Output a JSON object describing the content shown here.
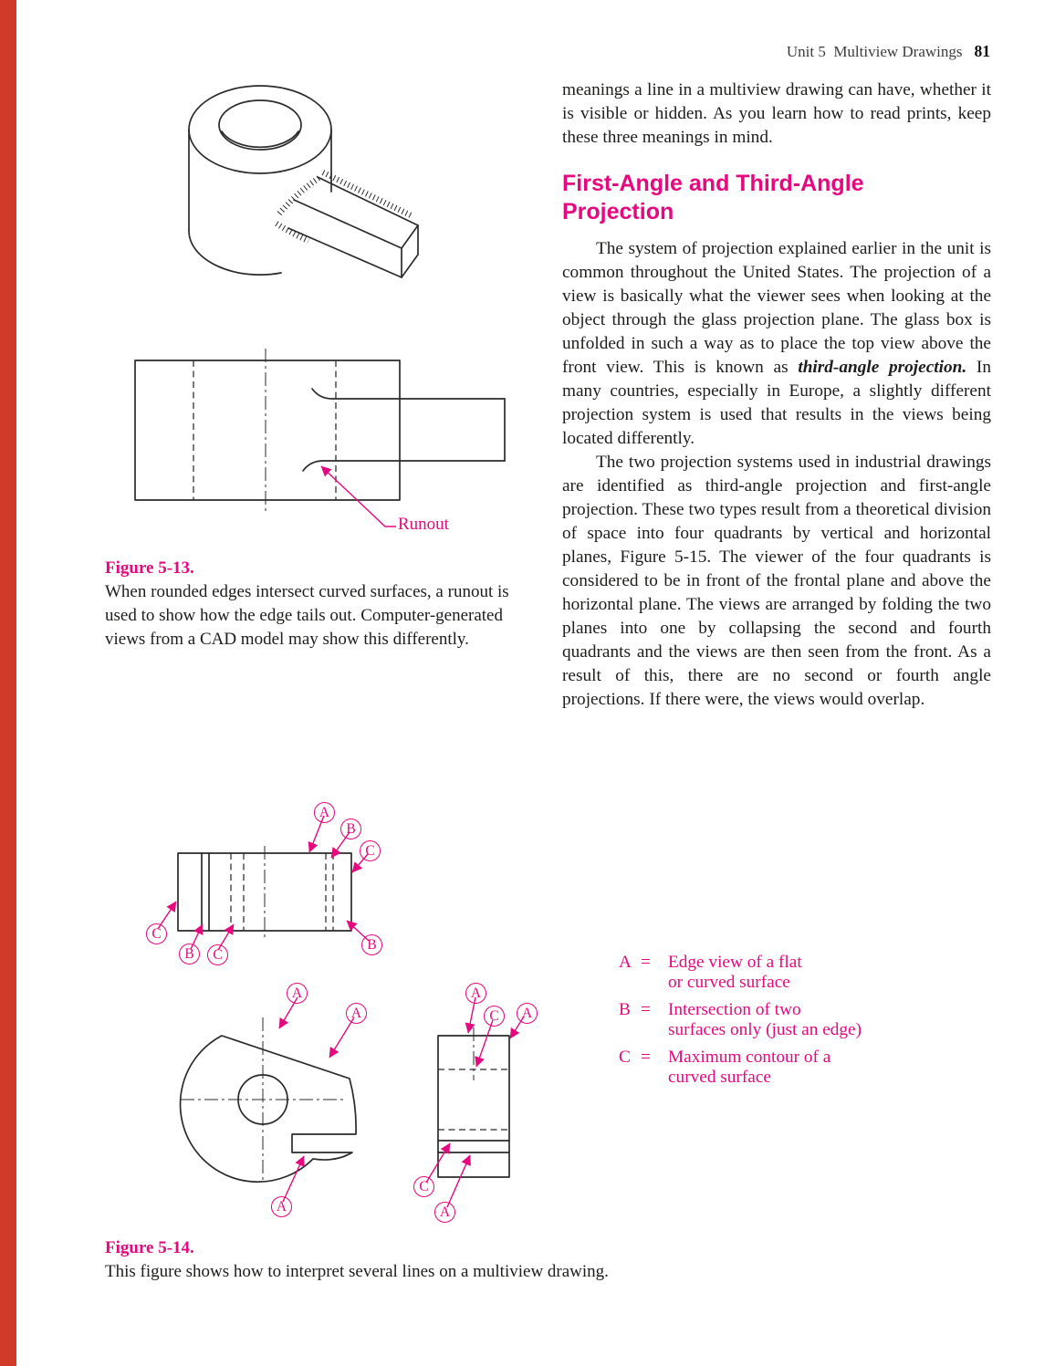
{
  "colors": {
    "magenta": "#e5087e",
    "spine_red": "#cf3b28",
    "ink": "#1d1d1b"
  },
  "header": {
    "running_title": "Unit 5  Multiview Drawings",
    "page_number": "81"
  },
  "right_column": {
    "intro_paragraph": "meanings a line in a multiview drawing can have, whether it is visible or hidden. As you learn how to read prints, keep these three meanings in mind.",
    "heading": "First-Angle and Third-Angle Projection",
    "para1_before": "The system of projection explained earlier in the unit is common throughout the United States. The projection of a view is basically what the viewer sees when looking at the object through the glass projection plane. The glass box is unfolded in such a way as to place the top view above the front view. This is known as ",
    "para1_bold_italic": "third-angle projection.",
    "para1_after": " In many countries, especially in Europe, a slightly different projection system is used that results in the views being located differently.",
    "para2": "The two projection systems used in industrial drawings are identified as third-angle projection and first-angle projection. These two types result from a theoretical division of space into four quadrants by vertical and horizontal planes, Figure 5-15. The viewer of the four quadrants is considered to be in front of the frontal plane and above the horizontal plane. The views are arranged by folding the two planes into one by collapsing the second and fourth quadrants and the views are then seen from the front. As a result of this, there are no second or fourth angle projections. If there were, the views would overlap."
  },
  "figure_5_13": {
    "runout_label": "Runout",
    "caption_title": "Figure 5-13.",
    "caption_text": "When rounded edges intersect curved surfaces, a runout is used to show how the edge tails out. Computer-generated views from a CAD model may show this differently."
  },
  "figure_5_14": {
    "caption_title": "Figure 5-14.",
    "caption_text": "This figure shows how to interpret several lines on a multiview drawing.",
    "balloons": [
      {
        "letter": "A"
      },
      {
        "letter": "B"
      },
      {
        "letter": "C"
      },
      {
        "letter": "C"
      },
      {
        "letter": "B"
      },
      {
        "letter": "C"
      },
      {
        "letter": "B"
      },
      {
        "letter": "A"
      },
      {
        "letter": "A"
      },
      {
        "letter": "A"
      },
      {
        "letter": "A"
      },
      {
        "letter": "C"
      },
      {
        "letter": "A"
      },
      {
        "letter": "C"
      },
      {
        "letter": "A"
      }
    ],
    "legend": [
      {
        "letter": "A",
        "eq": "=",
        "line1": "Edge view of a flat",
        "line2": "or curved surface"
      },
      {
        "letter": "B",
        "eq": "=",
        "line1": "Intersection of two",
        "line2": "surfaces only (just an edge)"
      },
      {
        "letter": "C",
        "eq": "=",
        "line1": "Maximum contour of a",
        "line2": "curved surface"
      }
    ]
  }
}
